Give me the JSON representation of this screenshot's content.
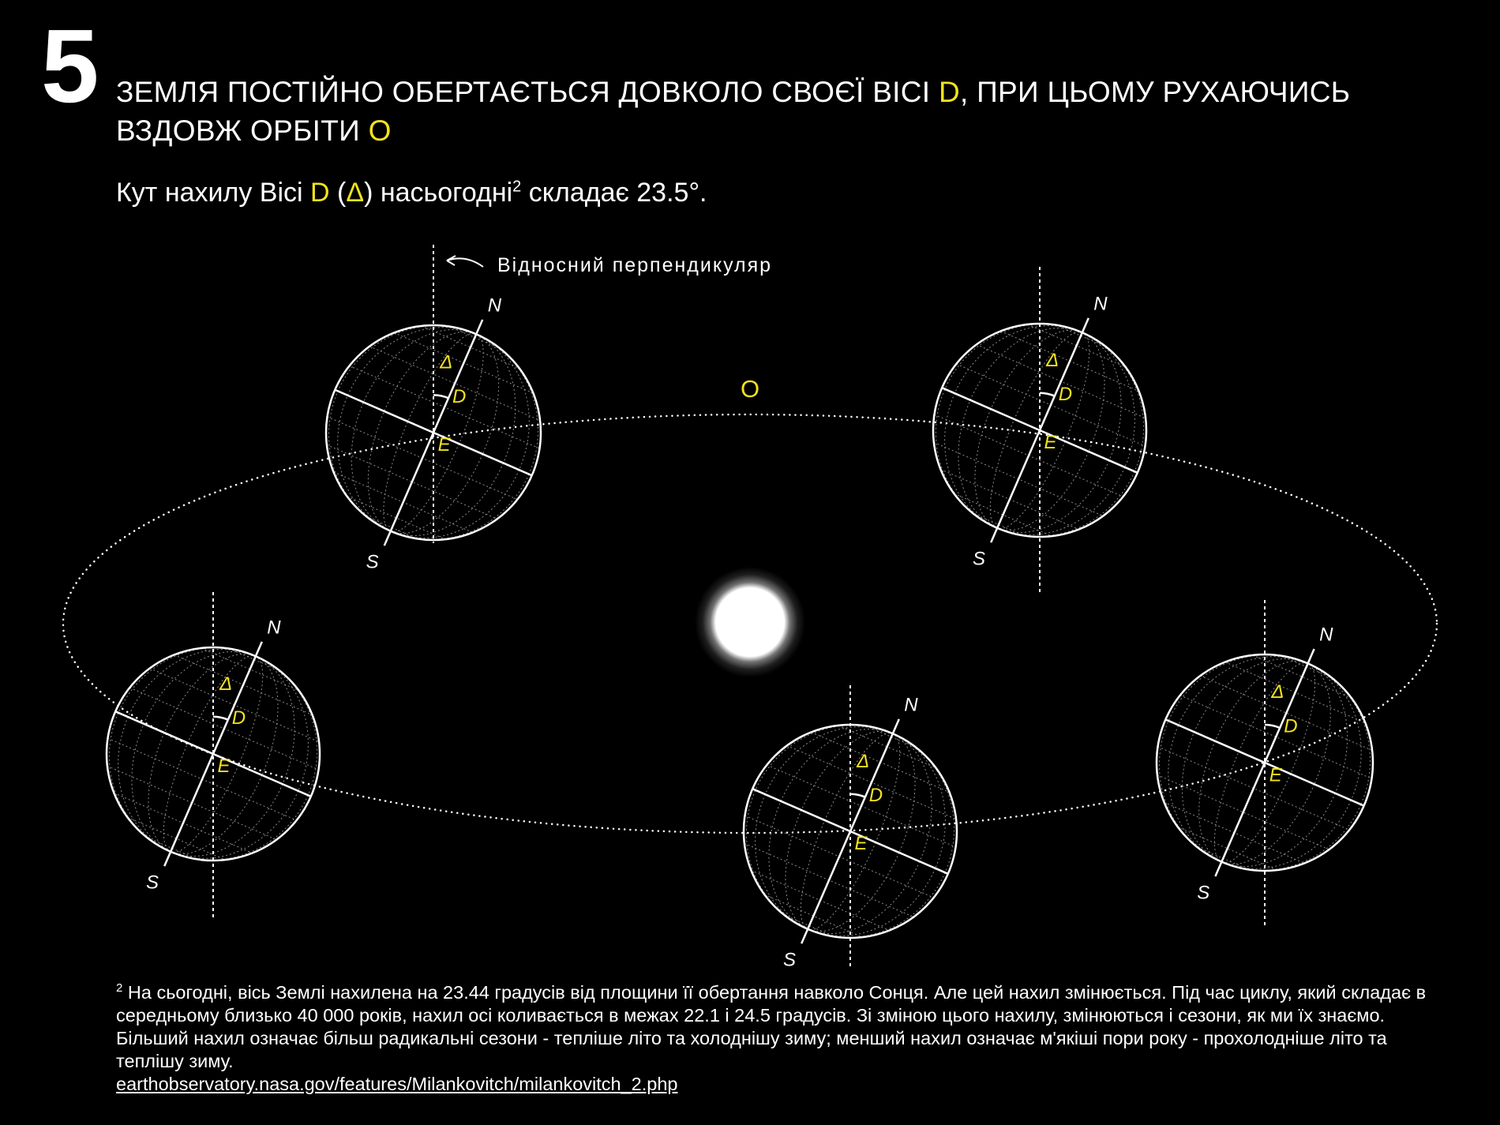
{
  "step_number": "5",
  "heading": {
    "part1": "ЗЕМЛЯ ПОСТІЙНО ОБЕРТАЄТЬСЯ ДОВКОЛО СВОЄЇ ВІСІ ",
    "axis_letter": "D",
    "part2": ", ПРИ ЦЬОМУ РУХАЮЧИСЬ ВЗДОВЖ ОРБІТИ ",
    "orbit_letter": "O"
  },
  "subheading": {
    "part1": "Кут нахилу Вісі ",
    "axis_letter": "D",
    "open_paren": " (",
    "delta": "Δ",
    "part2": ") насьогодні",
    "footnote_ref": "2",
    "part3": " складає 23.5°."
  },
  "diagram": {
    "perpendicular_label": "Відносний перпендикуляр",
    "orbit_label": "O",
    "globe_labels": {
      "north": "N",
      "south": "S",
      "delta": "Δ",
      "axis": "D",
      "equator": "E"
    },
    "globes": [
      {
        "name": "globe-top-left"
      },
      {
        "name": "globe-top-right"
      },
      {
        "name": "globe-left"
      },
      {
        "name": "globe-bottom"
      },
      {
        "name": "globe-right"
      }
    ],
    "tilt_degrees": 23.5,
    "colors": {
      "background": "#000000",
      "line": "#ffffff",
      "accent": "#f2e21c",
      "grid": "#8a8a8a"
    }
  },
  "footnote": {
    "ref": "2",
    "text": " На сьогодні, вісь Землі нахилена на 23.44 градусів від площини її обертання навколо Сонця. Але цей нахил змінюється. Під час циклу, який складає в середньому близько 40 000 років, нахил осі коливається в межах 22.1 і 24.5 градусів. Зі зміною цього нахилу, змінюються і сезони, як ми їх знаємо. Більший нахил означає більш радикальні сезони - тепліше літо та холоднішу зиму; менший нахил означає м'якіші пори року - прохолодніше літо та теплішу зиму.",
    "link": "earthobservatory.nasa.gov/features/Milankovitch/milankovitch_2.php"
  }
}
